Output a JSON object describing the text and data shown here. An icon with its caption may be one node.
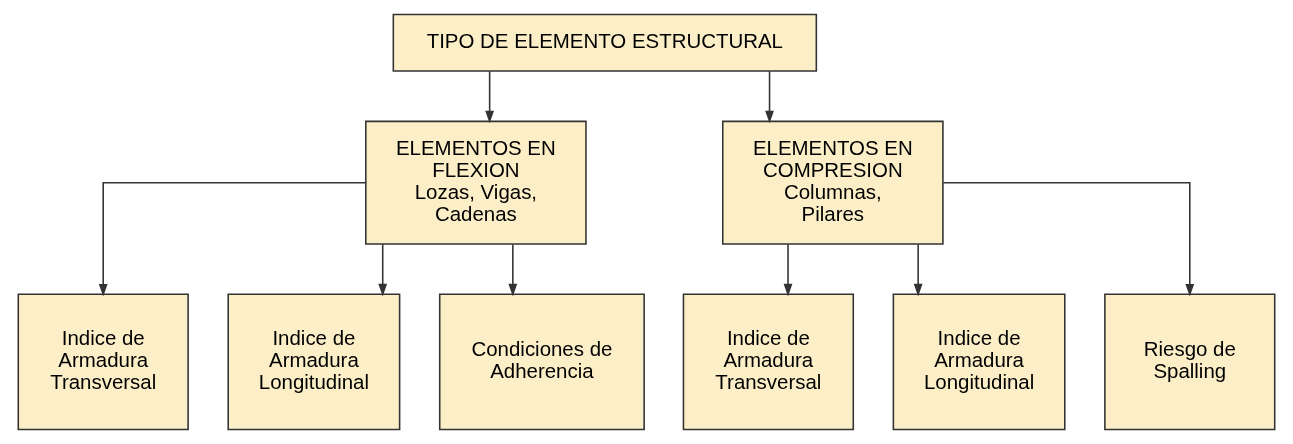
{
  "diagram": {
    "nodes": [
      {
        "text": [
          "TIPO DE ELEMENTO ESTRUCTURAL"
        ]
      },
      {
        "text": [
          "ELEMENTOS EN FLEXION",
          "Lozas, Vigas, Cadenas"
        ]
      },
      {
        "text": [
          "ELEMENTOS EN COMPRESION",
          "Columnas, Pilares"
        ]
      },
      {
        "text": [
          "Indice de Armadura Transversal"
        ]
      },
      {
        "text": [
          "Indice de Armadura Longitudinal"
        ]
      },
      {
        "text": [
          "Condiciones de Adherencia"
        ]
      },
      {
        "text": [
          "Indice de Armadura Transversal"
        ]
      },
      {
        "text": [
          "Indice de Armadura Longitudinal"
        ]
      },
      {
        "text": [
          "Riesgo de Spalling"
        ]
      }
    ],
    "edges": [
      {
        "from": 0,
        "to": 1,
        "arrow": "to"
      },
      {
        "from": 0,
        "to": 2,
        "arrow": "to"
      },
      {
        "from": 1,
        "to": 3,
        "arrow": "to"
      },
      {
        "from": 1,
        "to": 4,
        "arrow": "to"
      },
      {
        "from": 1,
        "to": 5,
        "arrow": "to"
      },
      {
        "from": 2,
        "to": 6,
        "arrow": "to"
      },
      {
        "from": 2,
        "to": 7,
        "arrow": "to"
      },
      {
        "from": 2,
        "to": 8,
        "arrow": "to"
      }
    ]
  }
}
